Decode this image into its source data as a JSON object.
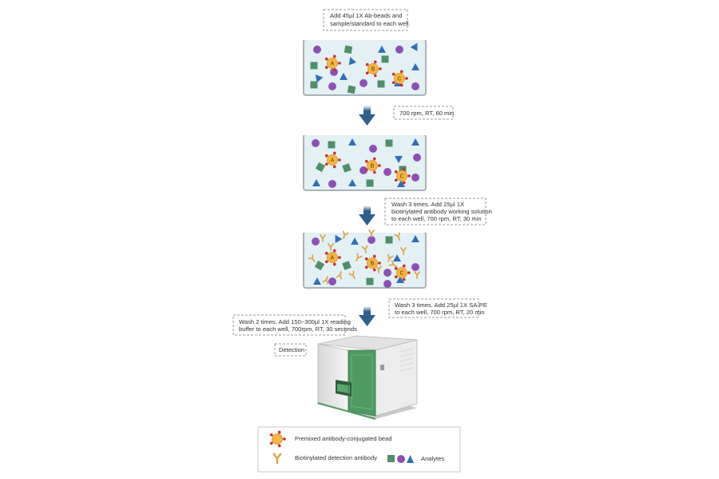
{
  "steps": {
    "step1_text": [
      "Add 45µl 1X Ab-beads and",
      "sample/standard to each well."
    ],
    "step2_text": [
      "700 rpm, RT, 60 min"
    ],
    "step3_text": [
      "Wash 3 times. Add 25µl 1X",
      "biotinylated antibody working solution",
      "to each well, 700 rpm, RT, 30 min"
    ],
    "step4_text": [
      "Wash 3 times. Add 25µl 1X SA-PE",
      "to each well, 700 rpm, RT, 20 min"
    ],
    "step5_text": [
      "Wash 2 times. Add 150~300µl 1X reading",
      "buffer to each well, 700rpm, RT, 30 seconds"
    ],
    "detection": "Detection"
  },
  "bead_labels": [
    "A",
    "B",
    "C"
  ],
  "legend": {
    "bead": "Premixed antibody-conjugated bead",
    "detection_antibody": "Biotinylated detection antibody",
    "analytes": "Analytes"
  },
  "colors": {
    "bead_fill": "#f5b642",
    "bead_spike": "#c9302c",
    "antibody": "#d9a84e",
    "analyte_square": "#4f8f6a",
    "analyte_circle": "#8e4fb8",
    "analyte_triangle": "#2f6fb8",
    "liquid": "#e3f1f5",
    "arrow": "#2e5f8f",
    "instrument_green": "#4e9b62"
  }
}
